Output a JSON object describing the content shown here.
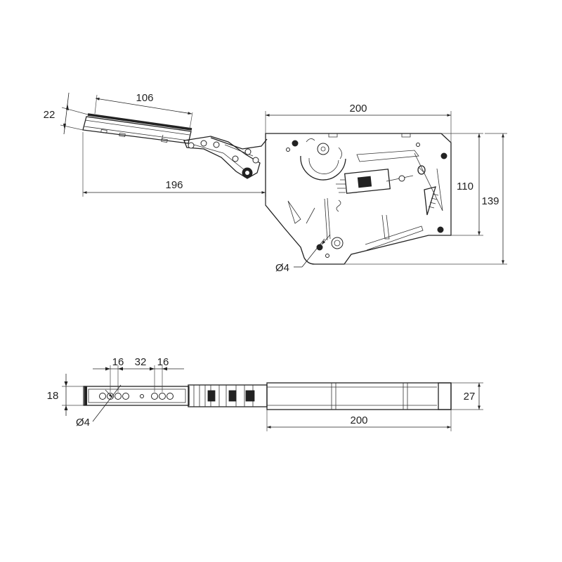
{
  "drawing": {
    "side_view": {
      "dimensions": {
        "arm_length": "106",
        "arm_height": "22",
        "total_reach": "196",
        "plate_width": "200",
        "plate_height": "110",
        "overall_height": "139",
        "hole_diameter": "Ø4"
      }
    },
    "top_view": {
      "dimensions": {
        "spacing_left": "16",
        "spacing_middle": "32",
        "spacing_right": "16",
        "rail_height": "18",
        "body_height": "27",
        "body_width": "200",
        "hole_diameter": "Ø4"
      }
    }
  }
}
